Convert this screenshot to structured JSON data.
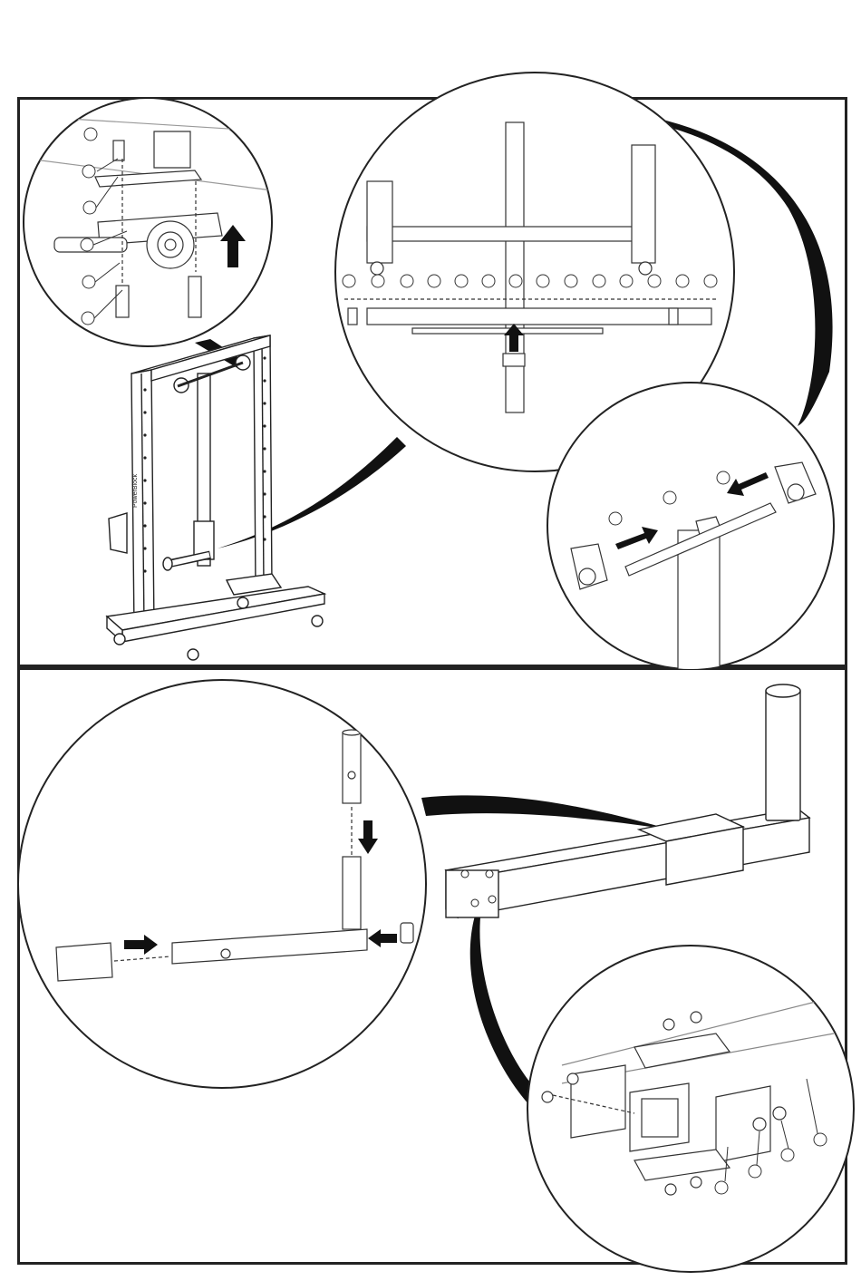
{
  "document": {
    "type": "assembly-instruction-page",
    "brand_label": "PowerBlock",
    "colors": {
      "ink": "#1a1a1a",
      "line": "#333333",
      "arrow": "#111111",
      "background": "#ffffff"
    },
    "panels": [
      {
        "id": "top",
        "callouts": {
          "bearing_detail": [
            "",
            "",
            "",
            "",
            "",
            ""
          ],
          "pulley_row": [
            "",
            "",
            "",
            "",
            "",
            "",
            "",
            "",
            "",
            "",
            "",
            "",
            "",
            ""
          ],
          "arm_detail": [
            "",
            "",
            ""
          ]
        },
        "arrows": [
          "arrow-up",
          "arrow-up",
          "arrow-right",
          "arrow-left"
        ]
      },
      {
        "id": "bottom",
        "callouts": {
          "bracket_detail": [
            "",
            "",
            "",
            "",
            ""
          ]
        },
        "arrows": [
          "arrow-down",
          "arrow-right",
          "arrow-left"
        ]
      }
    ]
  }
}
